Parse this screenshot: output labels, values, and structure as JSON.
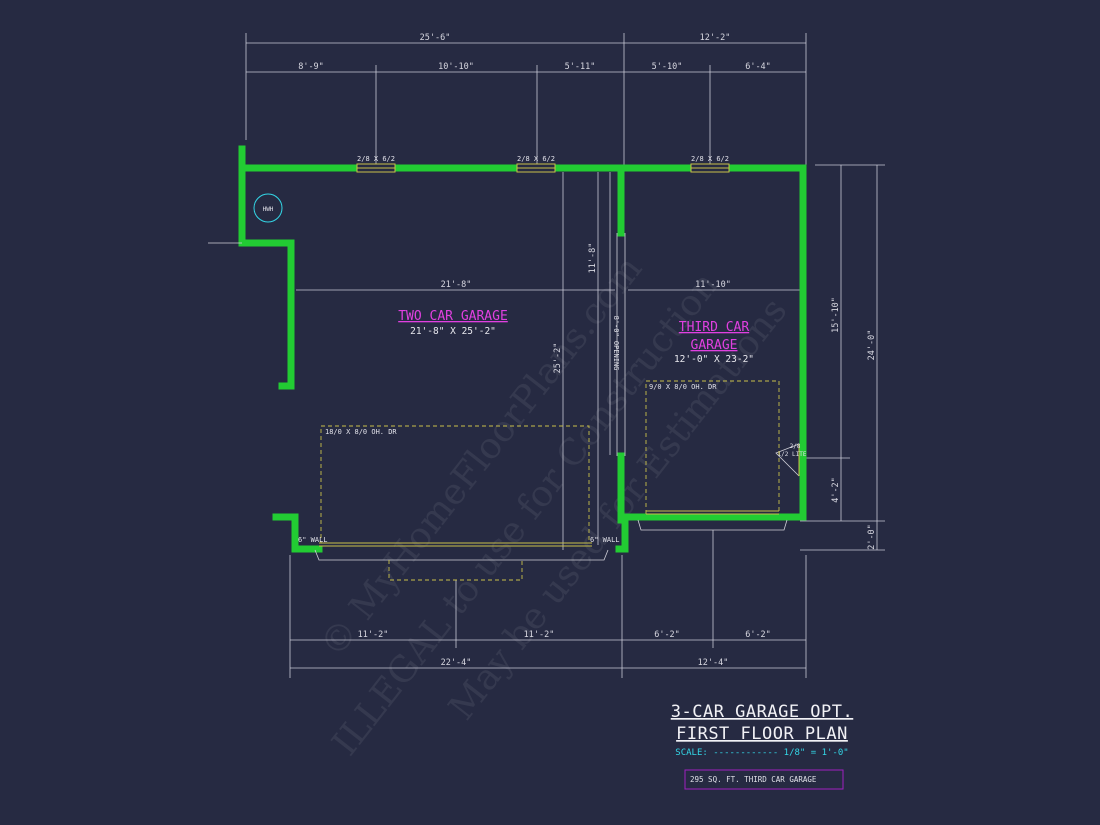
{
  "colors": {
    "background": "#262a42",
    "wall": "#22cc33",
    "room_label": "#e040e0",
    "dimension": "#d7d7e0",
    "door_dashed": "#c9c04a",
    "scale_text": "#33d6e6",
    "area_box_border": "#a020c0"
  },
  "dimensions": {
    "top_overall_left": "25'-6\"",
    "top_overall_right": "12'-2\"",
    "top_seg_1": "8'-9\"",
    "top_seg_2": "10'-10\"",
    "top_seg_3": "5'-11\"",
    "top_seg_4": "5'-10\"",
    "top_seg_5": "6'-4\"",
    "interior_two_car_width": "21'-8\"",
    "interior_third_car_width": "11'-10\"",
    "interior_depth": "25'-2\"",
    "interior_upper": "11'-8\"",
    "opening": "8'-0\" OPENING",
    "right_overall": "24'-0\"",
    "right_upper": "15'-10\"",
    "right_mid": "4'-2\"",
    "right_low": "2'-0\"",
    "bottom_seg_1": "11'-2\"",
    "bottom_seg_2": "11'-2\"",
    "bottom_seg_3": "6'-2\"",
    "bottom_seg_4": "6'-2\"",
    "bottom_overall_left": "22'-4\"",
    "bottom_overall_right": "12'-4\""
  },
  "windows": {
    "w1": "2/8 X 6/2",
    "w2": "2/8 X 6/2",
    "w3": "2/8 X 6/2"
  },
  "fixtures": {
    "water_heater": "HWH",
    "side_door_line1": "2/8",
    "side_door_line2": "1/2 LITE",
    "wall_note_left": "6\" WALL",
    "wall_note_right": "6\" WALL"
  },
  "rooms": {
    "two_car": {
      "name": "TWO CAR GARAGE",
      "size": "21'-8\" X 25'-2\"",
      "door": "18/0 X 8/0 OH. DR"
    },
    "third_car": {
      "name_line1": "THIRD CAR",
      "name_line2": "GARAGE",
      "size": "12'-0\" X 23-2\"",
      "door": "9/0 X 8/0 OH. DR"
    }
  },
  "title_block": {
    "title_line1": "3-CAR GARAGE OPT.",
    "title_line2": "FIRST FLOOR PLAN",
    "scale_label": "SCALE: ------------ 1/8\" = 1'-0\"",
    "area_note": "295 SQ. FT. THIRD CAR GARAGE"
  },
  "watermark": {
    "line1": "© MyHomeFloorPlans.com",
    "line2": "ILLEGAL to use for Construction",
    "line3": "May be used for Estimations"
  }
}
